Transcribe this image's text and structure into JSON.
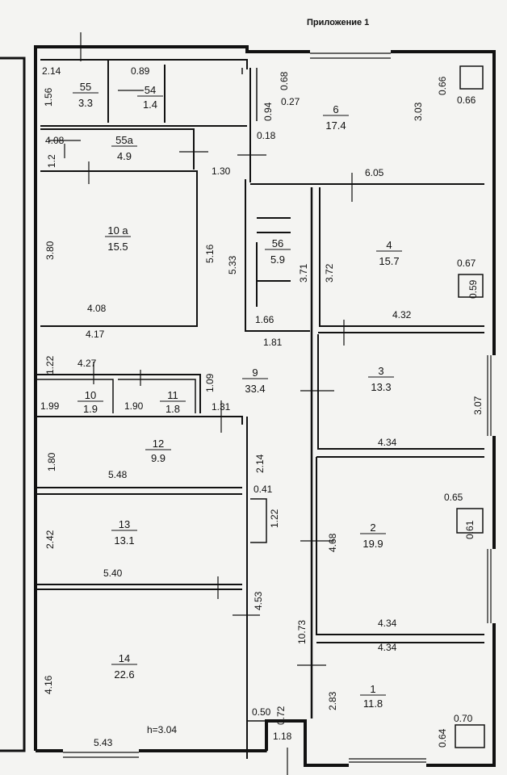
{
  "title": "Приложение 1",
  "rooms": [
    {
      "number": "55",
      "area": "3.3"
    },
    {
      "number": "54",
      "area": "1.4"
    },
    {
      "number": "55a",
      "area": "4.9"
    },
    {
      "number": "6",
      "area": "17.4"
    },
    {
      "number": "10 а",
      "area": "15.5"
    },
    {
      "number": "56",
      "area": "5.9"
    },
    {
      "number": "4",
      "area": "15.7"
    },
    {
      "number": "9",
      "area": "33.4"
    },
    {
      "number": "3",
      "area": "13.3"
    },
    {
      "number": "10",
      "area": "1.9"
    },
    {
      "number": "11",
      "area": "1.8"
    },
    {
      "number": "12",
      "area": "9.9"
    },
    {
      "number": "13",
      "area": "13.1"
    },
    {
      "number": "2",
      "area": "19.9"
    },
    {
      "number": "14",
      "area": "22.6"
    },
    {
      "number": "1",
      "area": "11.8"
    }
  ],
  "dimensions": [
    "2.14",
    "0.89",
    "1.56",
    "0.68",
    "0.27",
    "0.94",
    "0.18",
    "3.03",
    "0.66",
    "0.66",
    "4.08",
    "1.2",
    "1.30",
    "6.05",
    "3.80",
    "5.16",
    "5.33",
    "3.71",
    "3.72",
    "0.67",
    "0.59",
    "4.08",
    "1.66",
    "4.32",
    "4.17",
    "1.81",
    "1.22",
    "4.27",
    "1.09",
    "1.99",
    "1.90",
    "1.31",
    "3.07",
    "4.34",
    "1.80",
    "2.14",
    "5.48",
    "0.41",
    "0.65",
    "1.22",
    "4.68",
    "0.61",
    "2.42",
    "5.40",
    "4.53",
    "4.34",
    "10.73",
    "4.34",
    "4.16",
    "2.83",
    "0.50",
    "0.72",
    "0.70",
    "0.64",
    "5.43",
    "1.18"
  ],
  "ceiling_height": "h=3.04"
}
